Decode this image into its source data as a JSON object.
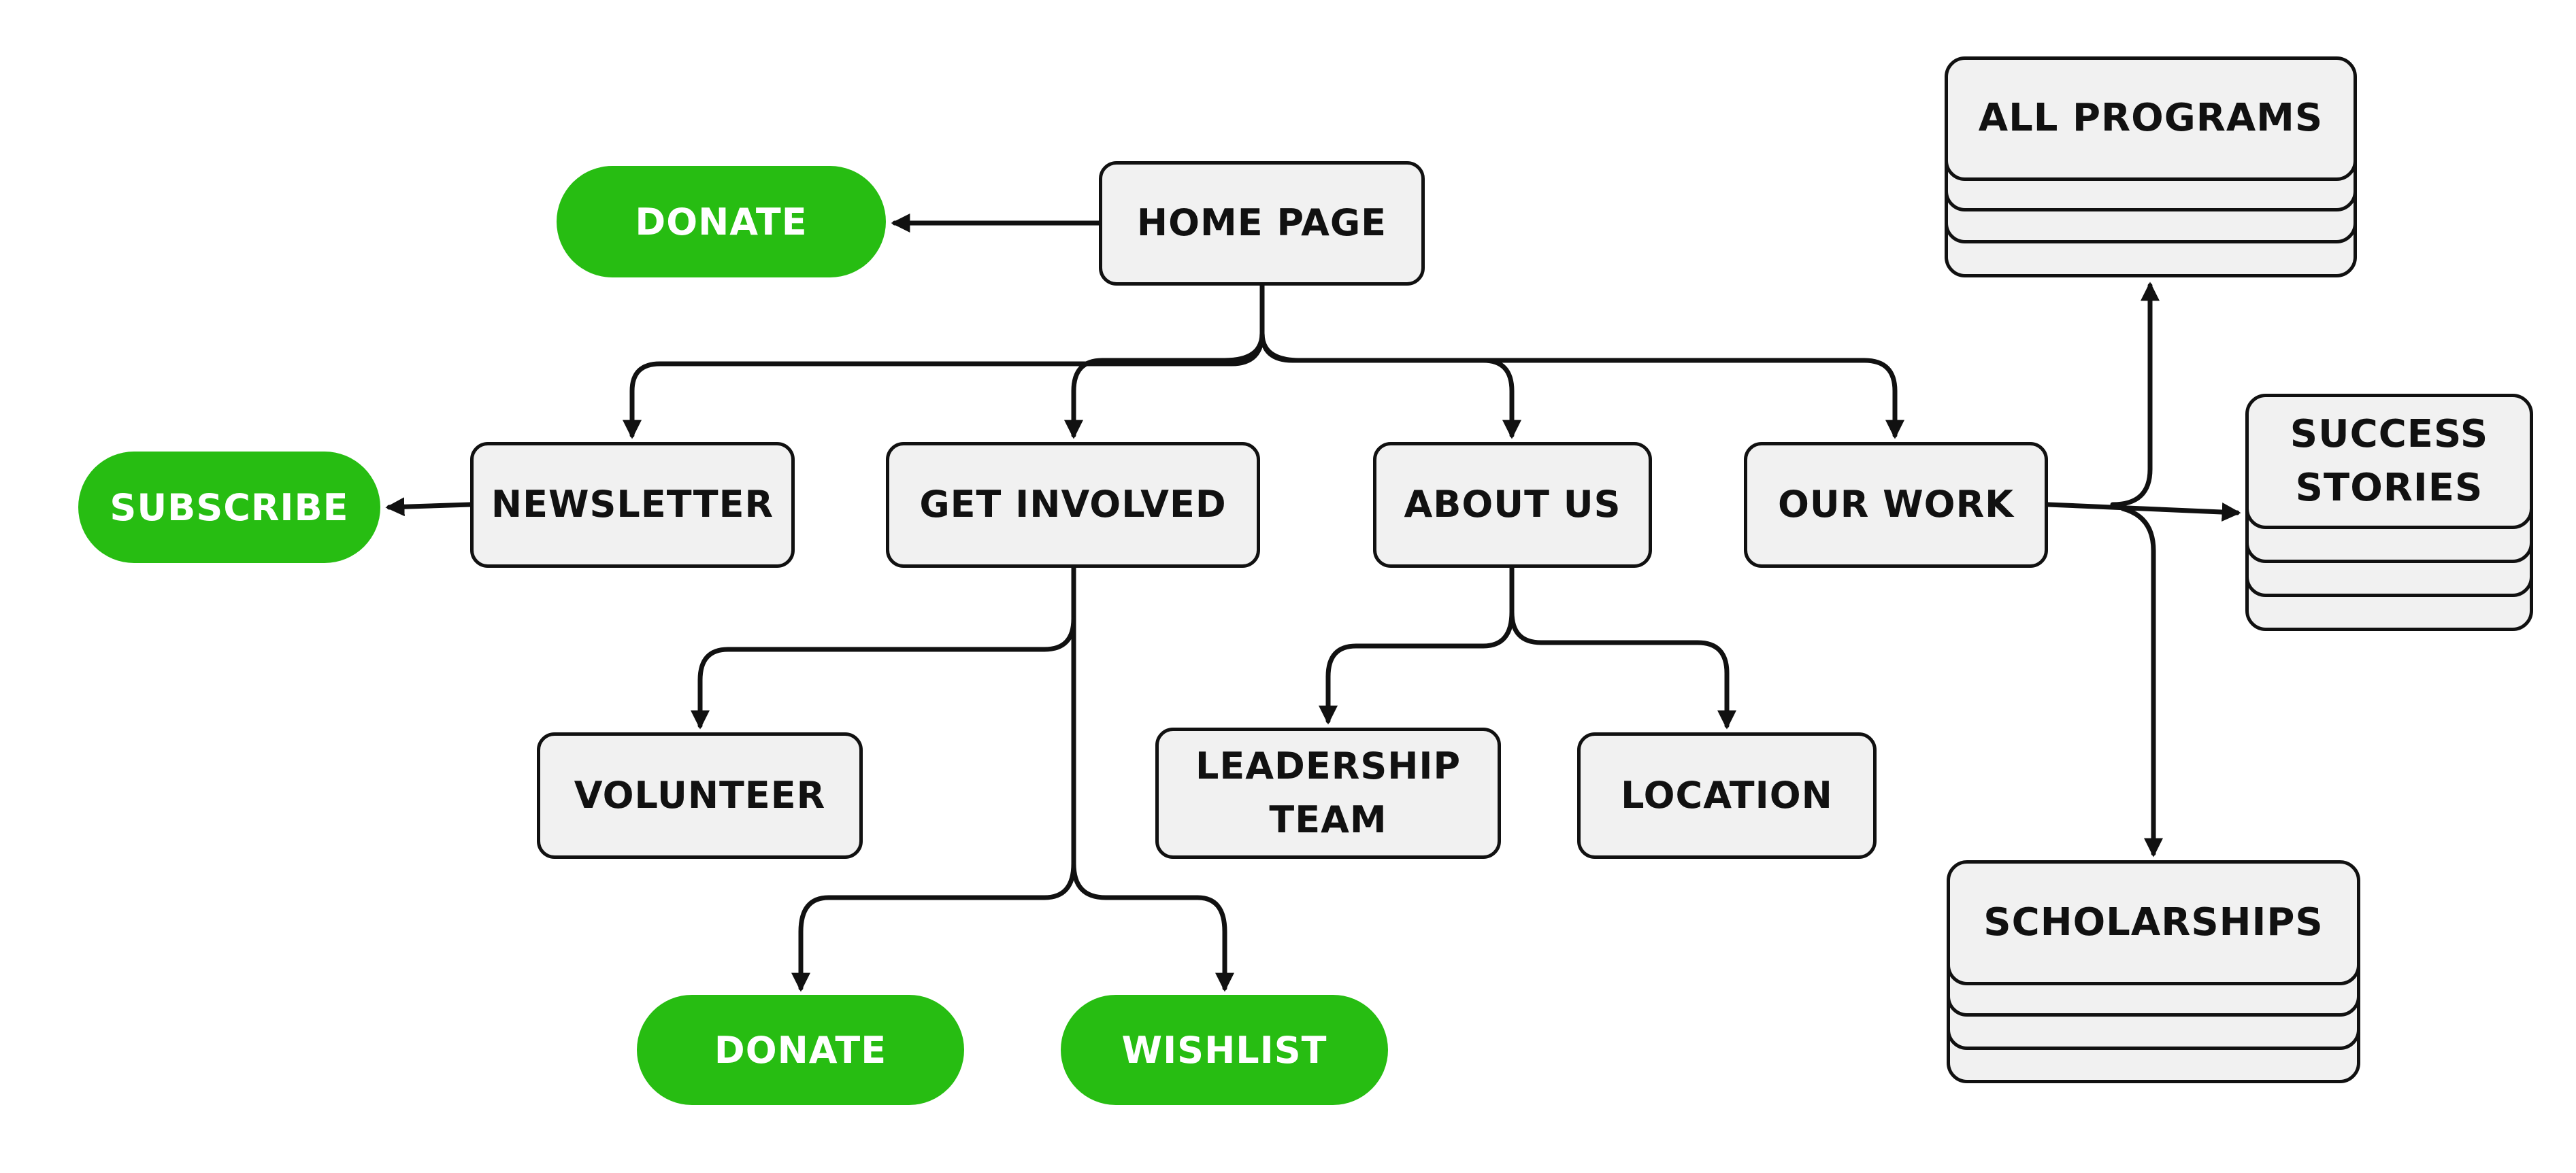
{
  "diagram": {
    "type": "sitemap",
    "colors": {
      "action": "#27bd12",
      "page_fill": "#f1f1f1",
      "stroke": "#111111",
      "action_text": "#ffffff"
    },
    "nodes": {
      "home": {
        "label": "HOME PAGE",
        "kind": "page"
      },
      "donate_top": {
        "label": "DONATE",
        "kind": "action"
      },
      "newsletter": {
        "label": "NEWSLETTER",
        "kind": "page"
      },
      "subscribe": {
        "label": "SUBSCRIBE",
        "kind": "action"
      },
      "get_involved": {
        "label": "GET INVOLVED",
        "kind": "page"
      },
      "about_us": {
        "label": "ABOUT US",
        "kind": "page"
      },
      "our_work": {
        "label": "OUR WORK",
        "kind": "page"
      },
      "all_programs": {
        "label": "ALL PROGRAMS",
        "kind": "collection"
      },
      "success": {
        "label": "SUCCESS STORIES",
        "kind": "collection"
      },
      "scholarships": {
        "label": "SCHOLARSHIPS",
        "kind": "collection"
      },
      "volunteer": {
        "label": "VOLUNTEER",
        "kind": "page"
      },
      "leadership": {
        "label": "LEADERSHIP TEAM",
        "kind": "page"
      },
      "location": {
        "label": "LOCATION",
        "kind": "page"
      },
      "donate_bottom": {
        "label": "DONATE",
        "kind": "action"
      },
      "wishlist": {
        "label": "WISHLIST",
        "kind": "action"
      }
    },
    "edges": [
      {
        "from": "home",
        "to": "donate_top"
      },
      {
        "from": "home",
        "to": "newsletter"
      },
      {
        "from": "home",
        "to": "get_involved"
      },
      {
        "from": "home",
        "to": "about_us"
      },
      {
        "from": "home",
        "to": "our_work"
      },
      {
        "from": "newsletter",
        "to": "subscribe"
      },
      {
        "from": "get_involved",
        "to": "volunteer"
      },
      {
        "from": "get_involved",
        "to": "donate_bottom"
      },
      {
        "from": "get_involved",
        "to": "wishlist"
      },
      {
        "from": "about_us",
        "to": "leadership"
      },
      {
        "from": "about_us",
        "to": "location"
      },
      {
        "from": "our_work",
        "to": "all_programs"
      },
      {
        "from": "our_work",
        "to": "success"
      },
      {
        "from": "our_work",
        "to": "scholarships"
      }
    ]
  }
}
